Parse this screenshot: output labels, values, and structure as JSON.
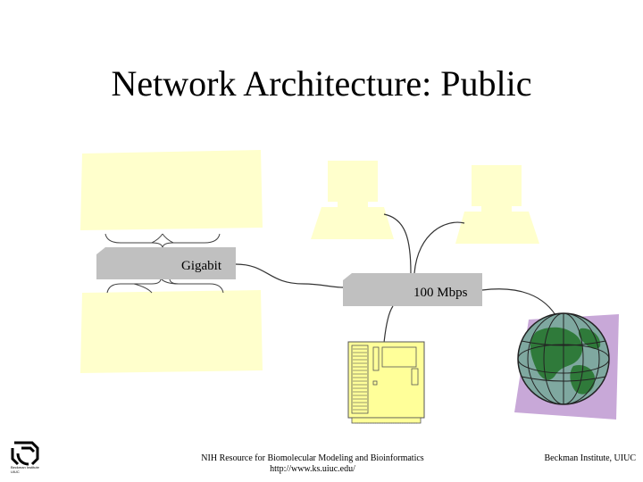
{
  "title": "Network Architecture: Public",
  "switches": {
    "gigabit_label": "Gigabit",
    "mbps_label": "100 Mbps"
  },
  "footer": {
    "line1": "NIH Resource for Biomolecular Modeling and Bioinformatics",
    "line2": "http://www.ks.uiuc.edu/",
    "right": "Beckman Institute, UIUC"
  },
  "logo": {
    "text_line1": "Beckman Institute",
    "text_line2": "UIUC"
  },
  "colors": {
    "cluster_fill": "#ffffcc",
    "switch_fill": "#c0c0c0",
    "server_fill": "#ffff99",
    "globe_ocean": "#7fa8a0",
    "globe_land": "#2f7a3a",
    "globe_shadow": "#c8a8d8"
  },
  "icons": [
    "cluster-block-icon",
    "switch-icon",
    "workstation-icon",
    "server-icon",
    "globe-icon",
    "institute-logo-icon"
  ]
}
